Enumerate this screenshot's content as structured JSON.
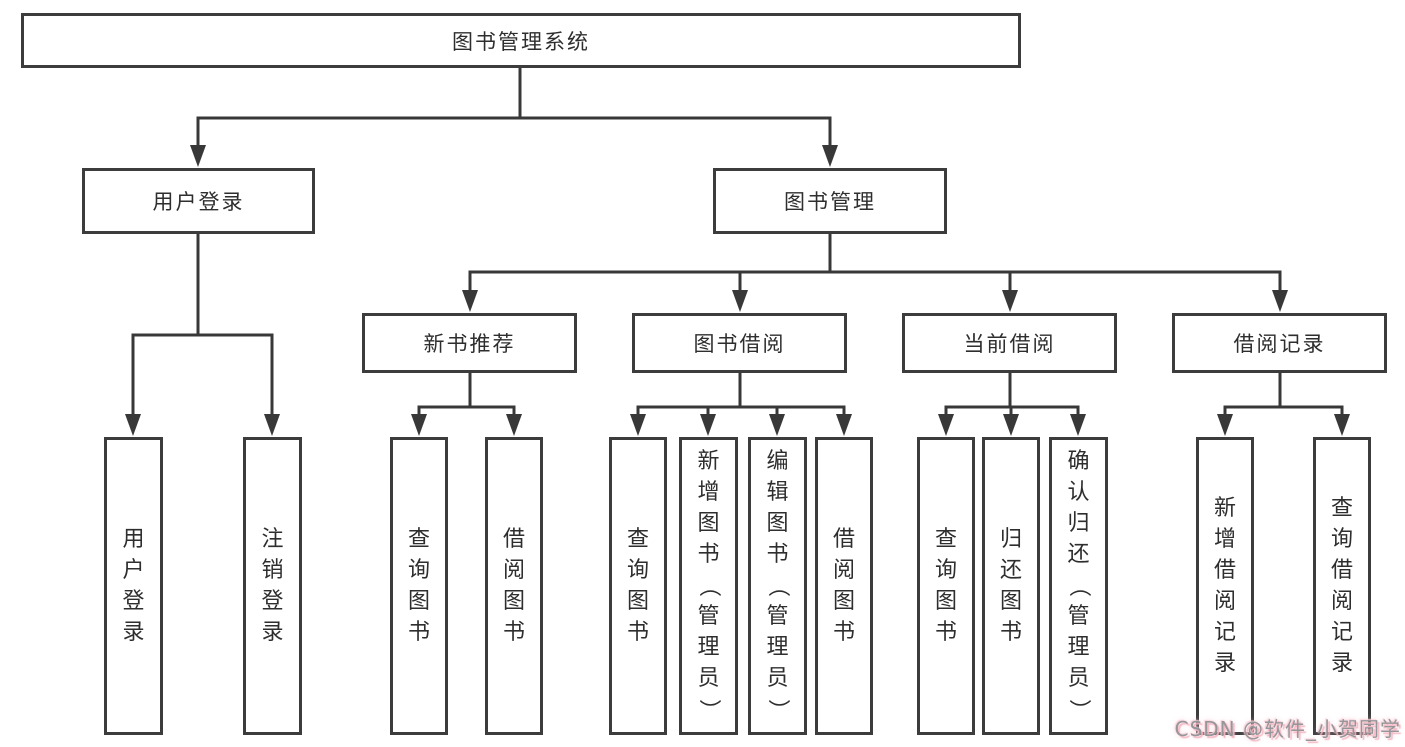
{
  "diagram": {
    "root": {
      "label": "图书管理系统"
    },
    "level2": [
      {
        "label": "用户登录"
      },
      {
        "label": "图书管理"
      }
    ],
    "level3": [
      {
        "label": "新书推荐"
      },
      {
        "label": "图书借阅"
      },
      {
        "label": "当前借阅"
      },
      {
        "label": "借阅记录"
      }
    ],
    "leaves": {
      "login": [
        "用户登录",
        "注销登录"
      ],
      "newbook": [
        "查询图书",
        "借阅图书"
      ],
      "borrow": [
        "查询图书",
        "新增图书（管理员）",
        "编辑图书（管理员）",
        "借阅图书"
      ],
      "current": [
        "查询图书",
        "归还图书",
        "确认归还（管理员）"
      ],
      "records": [
        "新增借阅记录",
        "查询借阅记录"
      ]
    }
  },
  "watermark": {
    "text": "CSDN @软件_小贺同学"
  },
  "colors": {
    "line": "#383838",
    "text": "#2e2e2e",
    "background": "#ffffff",
    "watermark_gray": "#94969a",
    "watermark_pink": "#f3b6c1"
  }
}
